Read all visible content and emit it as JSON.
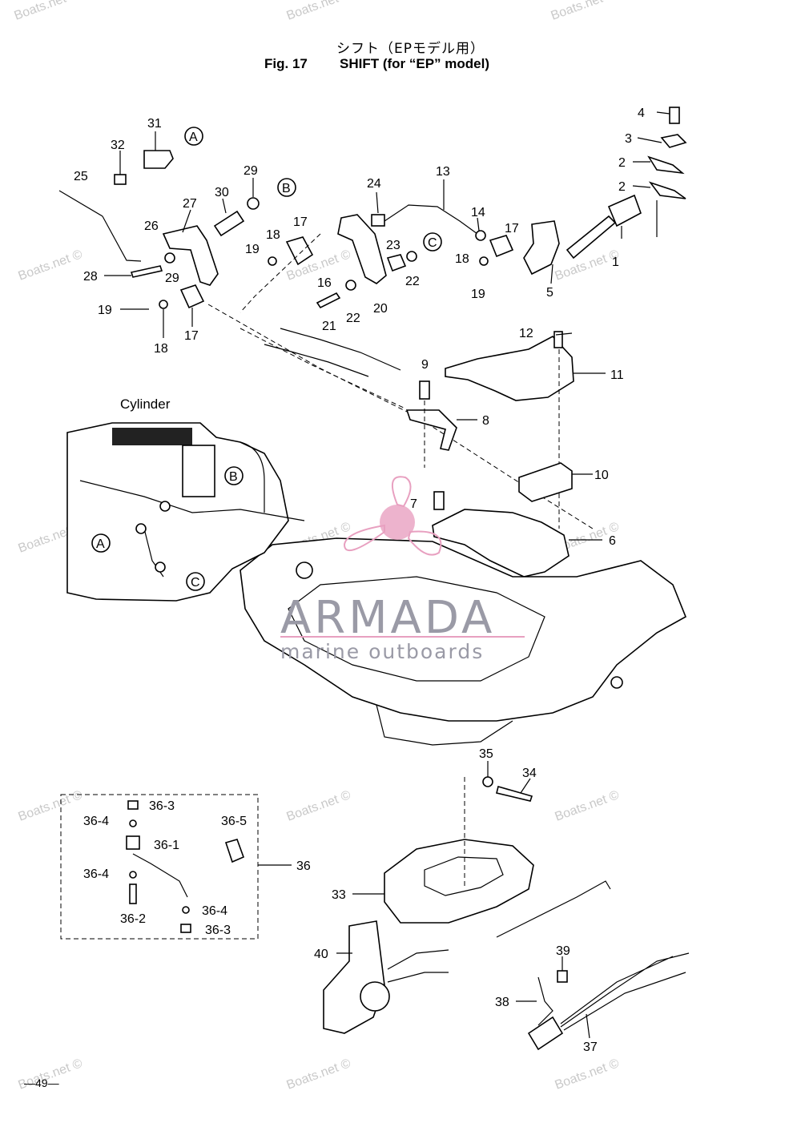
{
  "header": {
    "title_jp": "シフト（EPモデル用）",
    "fig_label": "Fig. 17",
    "title_en": "SHIFT (for “EP” model)"
  },
  "inset_label": "Cylinder",
  "callouts": {
    "c1": "1",
    "c2a": "2",
    "c2b": "2",
    "c3": "3",
    "c4": "4",
    "c5": "5",
    "c6": "6",
    "c7": "7",
    "c8": "8",
    "c9": "9",
    "c10": "10",
    "c11": "11",
    "c12": "12",
    "c13": "13",
    "c14": "14",
    "c16": "16",
    "c17a": "17",
    "c17b": "17",
    "c17c": "17",
    "c18a": "18",
    "c18b": "18",
    "c18c": "18",
    "c19a": "19",
    "c19b": "19",
    "c19c": "19",
    "c20": "20",
    "c21": "21",
    "c22a": "22",
    "c22b": "22",
    "c23": "23",
    "c24": "24",
    "c25": "25",
    "c26": "26",
    "c27": "27",
    "c28": "28",
    "c29a": "29",
    "c29b": "29",
    "c30": "30",
    "c31": "31",
    "c32": "32",
    "c33": "33",
    "c34": "34",
    "c35": "35",
    "c36": "36",
    "c36_1": "36-1",
    "c36_2": "36-2",
    "c36_3a": "36-3",
    "c36_3b": "36-3",
    "c36_4a": "36-4",
    "c36_4b": "36-4",
    "c36_4c": "36-4",
    "c36_5": "36-5",
    "c37": "37",
    "c38": "38",
    "c39": "39",
    "c40": "40"
  },
  "refs": {
    "A": "A",
    "B": "B",
    "C": "C"
  },
  "watermark": "Boats.net ©",
  "brand": {
    "name": "ARMADA",
    "tagline": "marine outboards",
    "color": "#e8a0c0"
  },
  "page_number": "—49—"
}
